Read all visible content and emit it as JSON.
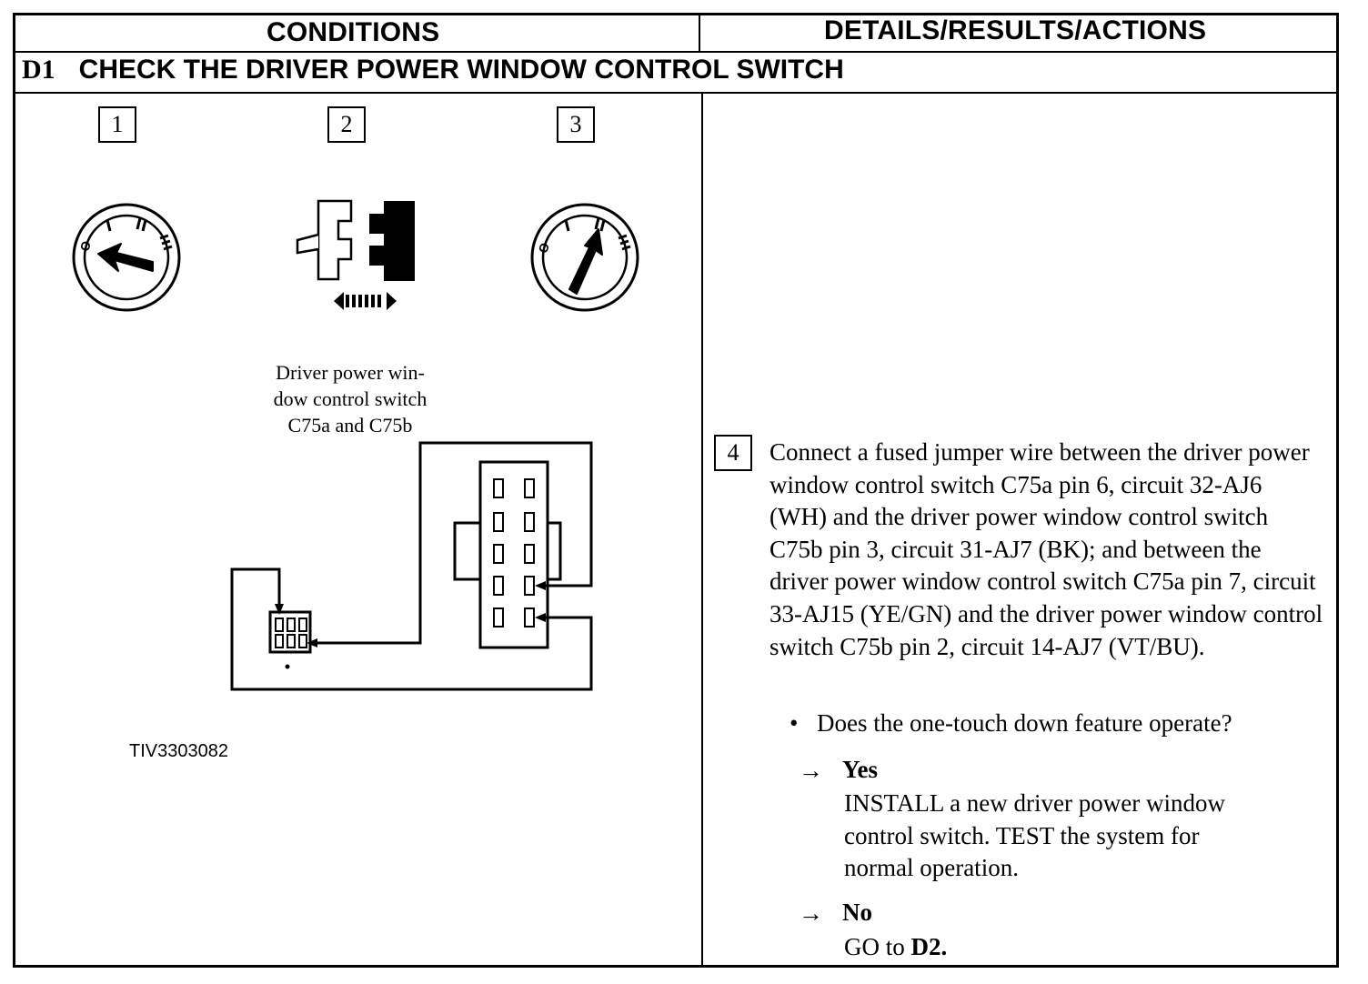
{
  "header": {
    "conditions": "CONDITIONS",
    "details": "DETAILS/RESULTS/ACTIONS"
  },
  "step": {
    "number": "D1",
    "title": "CHECK THE DRIVER POWER WINDOW CONTROL SWITCH"
  },
  "figure": {
    "box_labels": [
      "1",
      "2",
      "3"
    ],
    "caption_lines": [
      "Driver power win-",
      "dow control switch",
      "C75a and C75b"
    ],
    "ignition_marks": [
      "O",
      "I",
      "II",
      "III"
    ],
    "figure_id": "TIV3303082"
  },
  "instruction": {
    "box_label": "4",
    "text": "Connect a fused jumper wire between the driver power window control switch C75a pin 6, circuit 32-AJ6 (WH) and the driver power window control switch C75b pin 3, circuit 31-AJ7 (BK); and between the driver power window control switch C75a pin 7, circuit 33-AJ15 (YE/GN) and the driver power window control switch C75b pin 2, circuit 14-AJ7 (VT/BU).",
    "bullet_mark": "•",
    "question": "Does the one-touch down feature operate?",
    "arrow_glyph": "→",
    "yes": {
      "label": "Yes",
      "lines": [
        "INSTALL a new driver power window",
        "control switch. TEST the system for",
        "normal operation."
      ]
    },
    "no": {
      "label": "No",
      "action_prefix": "GO to ",
      "action_target": "D2."
    }
  }
}
